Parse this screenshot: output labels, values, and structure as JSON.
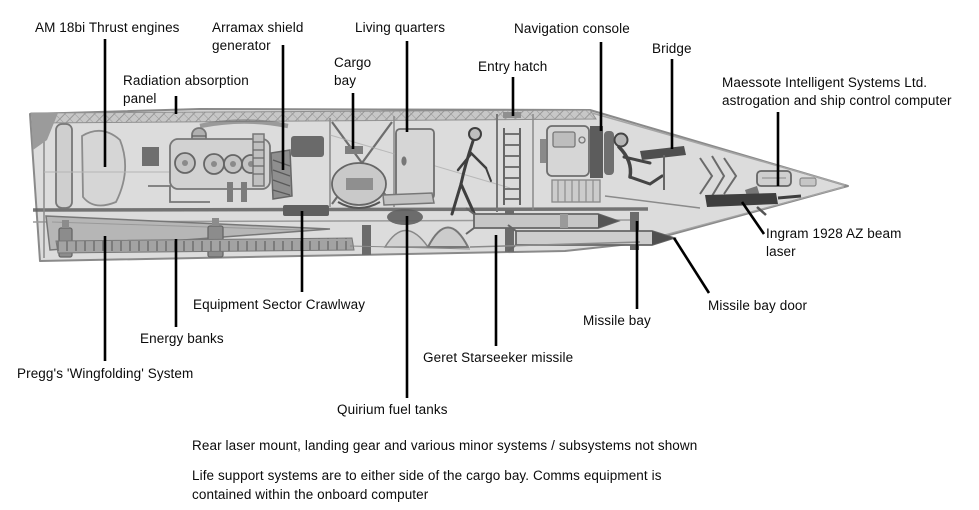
{
  "labels": {
    "am18bi": "AM 18bi Thrust engines",
    "arramax": "Arramax shield\ngenerator",
    "living_quarters": "Living quarters",
    "navigation_console": "Navigation console",
    "bridge": "Bridge",
    "cargo_bay": "Cargo\nbay",
    "entry_hatch": "Entry hatch",
    "radiation_panel": "Radiation absorption\npanel",
    "computer": "Maessote Intelligent Systems Ltd.\nastrogation and ship control computer",
    "ingram_laser": "Ingram 1928 AZ beam\nlaser",
    "missile_bay_door": "Missile bay door",
    "missile_bay": "Missile bay",
    "crawlway": "Equipment Sector Crawlway",
    "energy_banks": "Energy banks",
    "geret_missile": "Geret Starseeker missile",
    "preggs": "Pregg's 'Wingfolding' System",
    "quirium": "Quirium fuel tanks"
  },
  "notes": [
    "Rear laser mount, landing gear and various minor systems / subsystems not shown",
    "Life support systems are to either side of the cargo bay. Comms equipment is\ncontained within the onboard computer"
  ],
  "colors": {
    "label_text": "#0b0b0b",
    "leader_line": "#000000",
    "pencil_light": "#dcdcdc",
    "pencil_mid": "#8a8a8a",
    "pencil_dark": "#4e4e4e"
  }
}
